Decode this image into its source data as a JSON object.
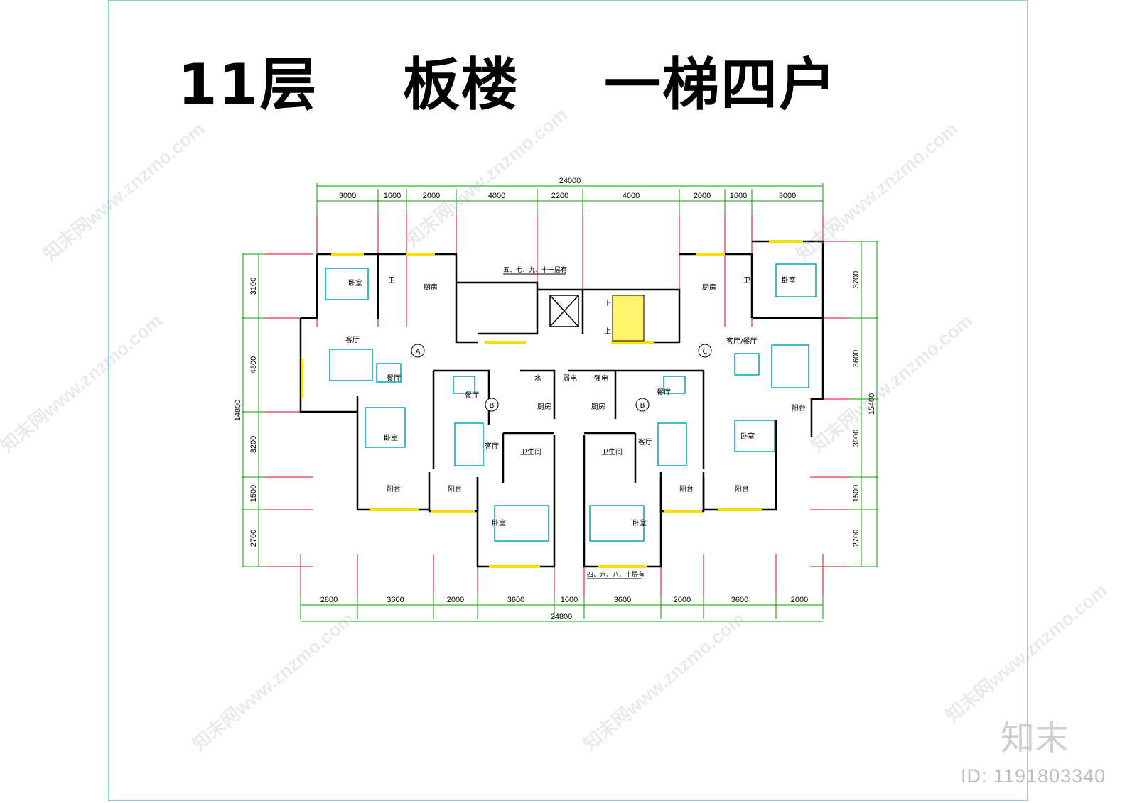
{
  "title": "11层    板楼    一梯四户",
  "dims": {
    "top_total": "24000",
    "top_segments": [
      "3000",
      "1600",
      "2000",
      "4000",
      "2200",
      "4600",
      "2000",
      "1600",
      "3000"
    ],
    "bottom_total": "24800",
    "bottom_segments": [
      "2800",
      "3600",
      "2000",
      "3600",
      "1600",
      "3600",
      "2000",
      "3600",
      "2000"
    ],
    "left_total": "14800",
    "left_segments": [
      "3100",
      "4300",
      "3200",
      "1500",
      "2700"
    ],
    "right_total": "15400",
    "right_segments": [
      "3700",
      "3600",
      "3900",
      "1500",
      "2700"
    ]
  },
  "units": {
    "a": "A",
    "b": "B",
    "c": "C"
  },
  "rooms": {
    "bedroom": "卧室",
    "wc": "卫",
    "kitchen": "厨房",
    "living": "客厅",
    "dining": "餐厅",
    "balcony": "阳台",
    "bathroom": "卫生间",
    "living_dining": "客厅/餐厅",
    "water": "水",
    "weak_elec": "弱电",
    "strong_elec": "强电",
    "stair_down": "下",
    "stair_up": "上"
  },
  "notes": {
    "top_note": "五、七、九、十一层有",
    "bottom_note": "四、六、八、十层有"
  },
  "watermark": "知末网www.znzmo.com",
  "brand": "知末",
  "doc_id": "ID: 1191803340",
  "colors": {
    "wall": "#000000",
    "axis": "#e0001b",
    "dim": "#00a000",
    "furniture": "#00a6b5",
    "window": "#f5e000"
  }
}
